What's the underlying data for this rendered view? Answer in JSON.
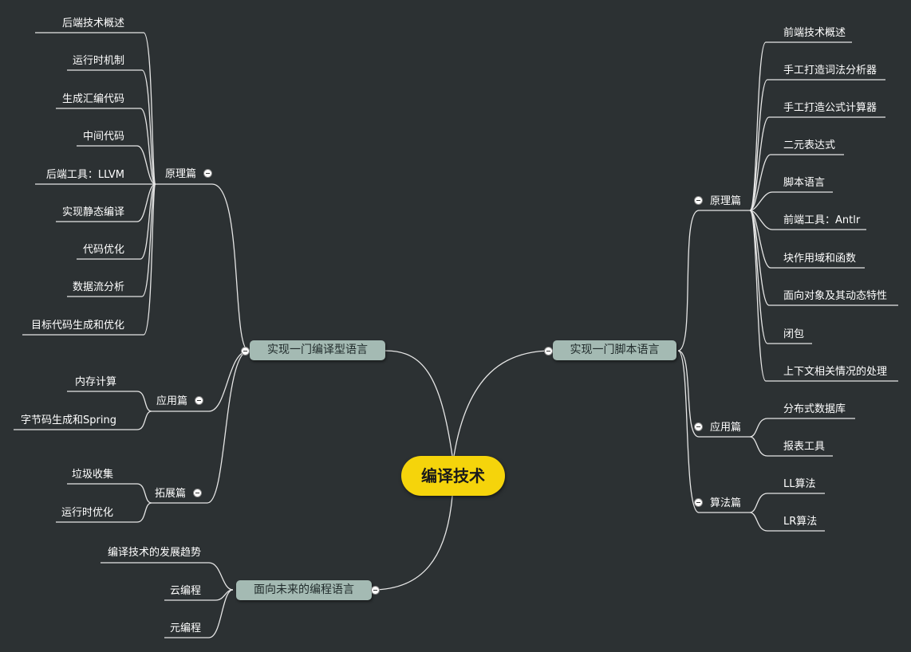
{
  "root": "编译技术",
  "left": {
    "compiled": {
      "title": "实现一门编译型语言",
      "principle": {
        "title": "原理篇",
        "items": [
          "后端技术概述",
          "运行时机制",
          "生成汇编代码",
          "中间代码",
          "后端工具：LLVM",
          "实现静态编译",
          "代码优化",
          "数据流分析",
          "目标代码生成和优化"
        ]
      },
      "application": {
        "title": "应用篇",
        "items": [
          "内存计算",
          "字节码生成和Spring"
        ]
      },
      "extension": {
        "title": "拓展篇",
        "items": [
          "垃圾收集",
          "运行时优化"
        ]
      }
    },
    "future": {
      "title": "面向未来的编程语言",
      "items": [
        "编译技术的发展趋势",
        "云编程",
        "元编程"
      ]
    }
  },
  "right": {
    "script": {
      "title": "实现一门脚本语言",
      "principle": {
        "title": "原理篇",
        "items": [
          "前端技术概述",
          "手工打造词法分析器",
          "手工打造公式计算器",
          "二元表达式",
          "脚本语言",
          "前端工具：Antlr",
          "块作用域和函数",
          "面向对象及其动态特性",
          "闭包",
          "上下文相关情况的处理"
        ]
      },
      "application": {
        "title": "应用篇",
        "items": [
          "分布式数据库",
          "报表工具"
        ]
      },
      "algorithm": {
        "title": "算法篇",
        "items": [
          "LL算法",
          "LR算法"
        ]
      }
    }
  }
}
